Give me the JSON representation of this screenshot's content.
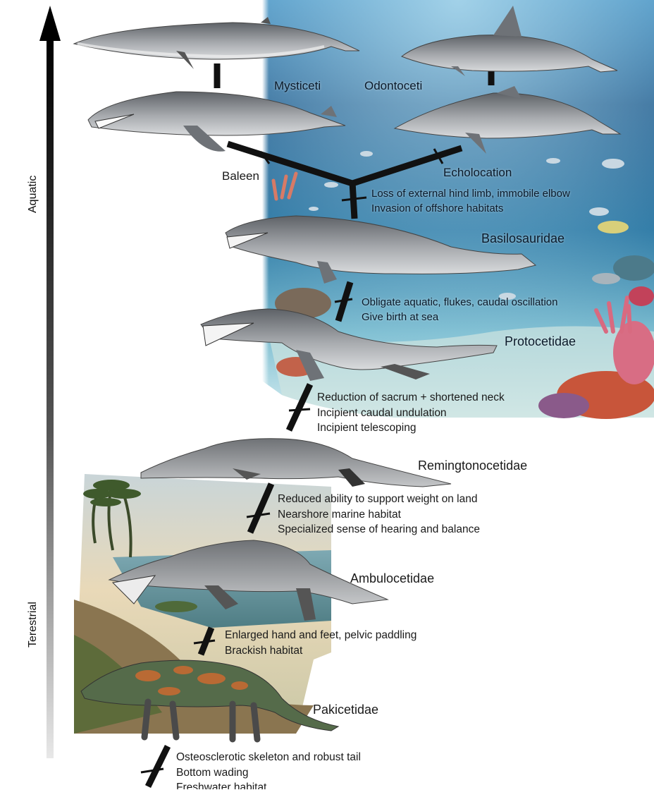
{
  "axis": {
    "top_label": "Aquatic",
    "bottom_label": "Terestrial"
  },
  "clades": {
    "mysticeti": "Mysticeti",
    "odontoceti": "Odontoceti",
    "baleen": "Baleen",
    "echolocation": "Echolocation"
  },
  "families": {
    "basilosauridae": "Basilosauridae",
    "protocetidae": "Protocetidae",
    "remingtonocetidae": "Remingtonocetidae",
    "ambulocetidae": "Ambulocetidae",
    "pakicetidae": "Pakicetidae"
  },
  "traits": {
    "crown": [
      "Loss of external hind limb, immobile elbow",
      "Invasion of offshore habitats"
    ],
    "basilosauridae": [
      "Obligate aquatic, flukes, caudal oscillation",
      "Give birth at sea"
    ],
    "protocetidae": [
      "Reduction of sacrum + shortened neck",
      "Incipient caudal undulation",
      "Incipient telescoping"
    ],
    "remingtonocetidae": [
      "Reduced ability to support weight on land",
      "Nearshore marine habitat",
      "Specialized sense of hearing and balance"
    ],
    "ambulocetidae": [
      "Enlarged hand and feet, pelvic paddling",
      "Brackish habitat"
    ],
    "pakicetidae": [
      "Osteosclerotic skeleton and robust tail",
      "Bottom wading",
      "Freshwater habitat"
    ]
  },
  "colors": {
    "ocean_deep": "#0d3b66",
    "ocean_mid": "#1f6fa3",
    "ocean_light": "#8ec5dc",
    "whale_gray": "#8c8f93",
    "branch": "#111111",
    "coral": "#d0553a",
    "pakicetid_orange": "#c46a32",
    "pakicetid_green": "#4b6a4a"
  }
}
